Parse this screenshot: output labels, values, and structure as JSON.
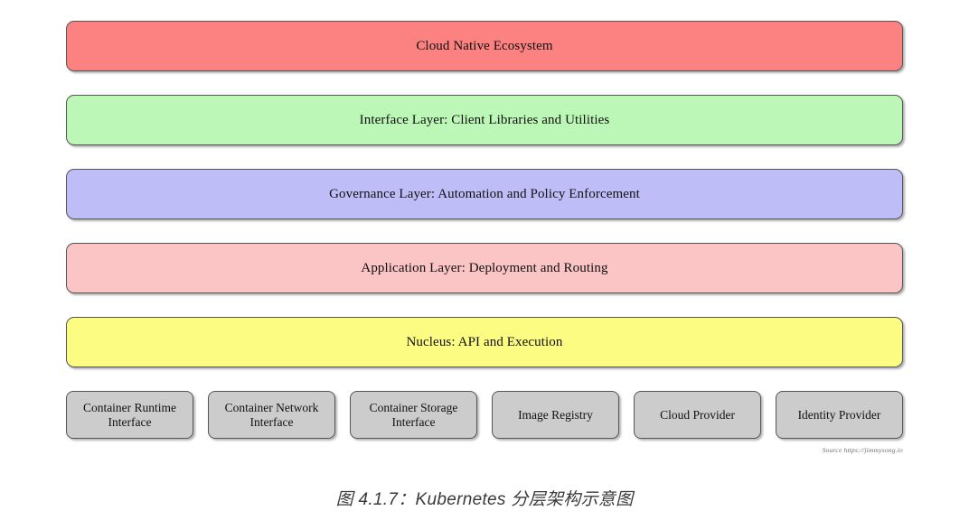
{
  "figure": {
    "caption": "图 4.1.7：Kubernetes 分层架构示意图",
    "source_note": "Source https://jimmysong.io"
  },
  "diagram": {
    "type": "layered-architecture",
    "layers": [
      {
        "label": "Cloud Native Ecosystem",
        "color": "#fc8181"
      },
      {
        "label": "Interface Layer: Client Libraries and Utilities",
        "color": "#bdf7b7"
      },
      {
        "label": "Governance Layer: Automation and Policy Enforcement",
        "color": "#bfbdf7"
      },
      {
        "label": "Application Layer: Deployment and Routing",
        "color": "#fcc5c5"
      },
      {
        "label": "Nucleus: API and Execution",
        "color": "#fcfc83"
      }
    ],
    "plugins": [
      {
        "label": "Container Runtime Interface"
      },
      {
        "label": "Container Network Interface"
      },
      {
        "label": "Container Storage Interface"
      },
      {
        "label": "Image Registry"
      },
      {
        "label": "Cloud Provider"
      },
      {
        "label": "Identity Provider"
      }
    ],
    "plugin_color": "#cccccc",
    "border_color": "#555555"
  }
}
